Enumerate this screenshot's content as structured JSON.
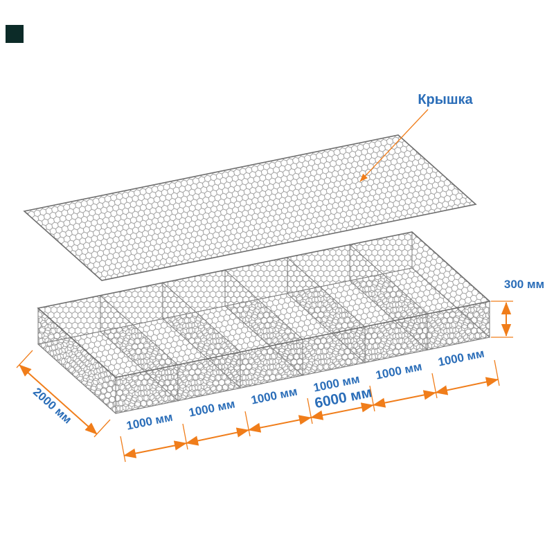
{
  "labels": {
    "lid": "Крышка",
    "height": "300 мм",
    "width": "2000 мм",
    "length": "6000 мм"
  },
  "segments": [
    "1000 мм",
    "1000 мм",
    "1000 мм",
    "1000 мм",
    "1000 мм",
    "1000 мм"
  ],
  "dimensions": {
    "height_mm": 300,
    "width_mm": 2000,
    "length_mm": 6000,
    "segment_mm": 1000,
    "compartments": 6
  },
  "colors": {
    "dimension": "#f07d1a",
    "label_text": "#2a6db8",
    "mesh": "#8d8d8d",
    "corner_mark": "#0c2b28"
  }
}
